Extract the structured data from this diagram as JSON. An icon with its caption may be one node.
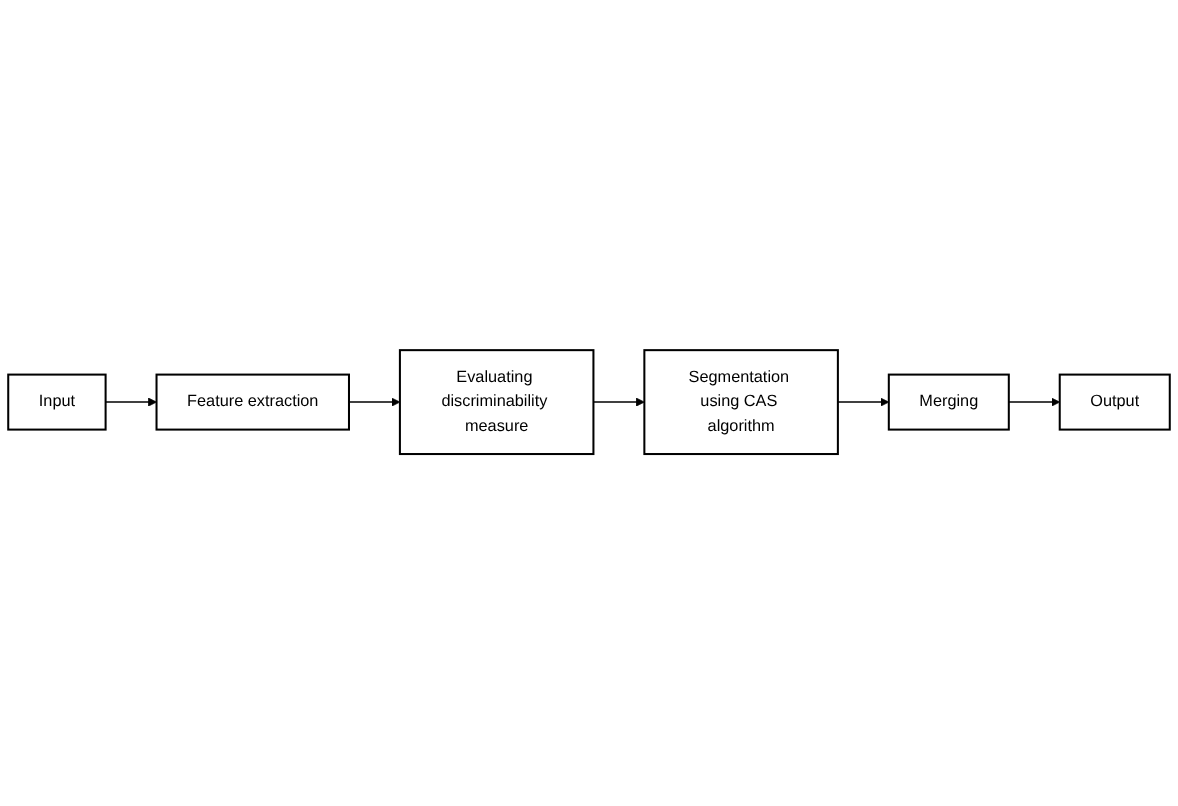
{
  "diagram": {
    "nodes": [
      {
        "text": [
          "Input"
        ]
      },
      {
        "text": [
          "Feature extraction"
        ]
      },
      {
        "text": [
          "Evaluating discriminability measure"
        ]
      },
      {
        "text": [
          "Segmentation using CAS algorithm"
        ]
      },
      {
        "text": [
          "Merging"
        ]
      },
      {
        "text": [
          "Output"
        ]
      }
    ],
    "edges": [
      {
        "from": 0,
        "to": 1,
        "arrow": "to"
      },
      {
        "from": 1,
        "to": 2,
        "arrow": "to"
      },
      {
        "from": 2,
        "to": 3,
        "arrow": "to"
      },
      {
        "from": 3,
        "to": 4,
        "arrow": "to"
      },
      {
        "from": 4,
        "to": 5,
        "arrow": "to"
      }
    ]
  }
}
